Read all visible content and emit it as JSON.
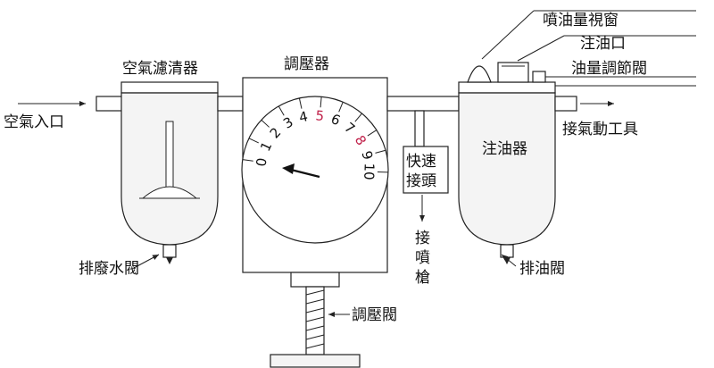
{
  "labels": {
    "air_inlet": "空氣入口",
    "air_filter": "空氣濾清器",
    "regulator": "調壓器",
    "drain_valve": "排廢水閥",
    "regulator_valve": "調壓閥",
    "quick_coupler": "快速接頭",
    "quick_coupler_line1": "快速",
    "quick_coupler_line2": "接頭",
    "to_spray_gun_chars": [
      "接",
      "噴",
      "槍"
    ],
    "lubricator": "注油器",
    "oil_sight_window": "噴油量視窗",
    "oil_fill_port": "注油口",
    "oil_adjust_valve": "油量調節閥",
    "to_air_tool": "接氣動工具",
    "oil_drain_valve": "排油閥"
  },
  "gauge": {
    "ticks": [
      "0",
      "1",
      "2",
      "3",
      "4",
      "5",
      "6",
      "7",
      "8",
      "9",
      "10"
    ],
    "highlighted_ticks": [
      "5",
      "8"
    ],
    "highlight_color": "#c0214a",
    "needle_value": 0
  }
}
